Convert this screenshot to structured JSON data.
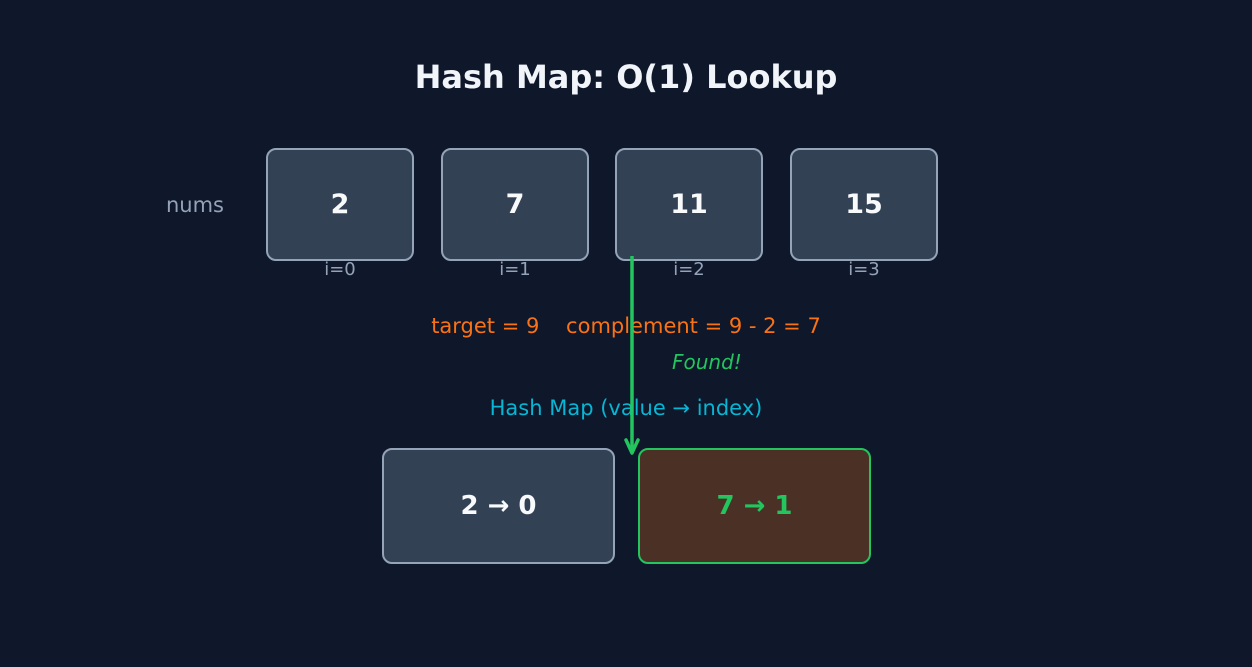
{
  "title": "Hash Map: O(1) Lookup",
  "row_label": "nums",
  "nums": [
    {
      "value": "2",
      "index": "i=0"
    },
    {
      "value": "7",
      "index": "i=1"
    },
    {
      "value": "11",
      "index": "i=2"
    },
    {
      "value": "15",
      "index": "i=3"
    }
  ],
  "calculation": "target = 9    complement = 9 - 2 = 7",
  "found_label": "Found!",
  "map_label": "Hash Map (value → index)",
  "map_entries": [
    {
      "text": "2 → 0",
      "highlighted": false
    },
    {
      "text": "7 → 1",
      "highlighted": true
    }
  ],
  "colors": {
    "background": "#0f172a",
    "box_fill": "#334155",
    "box_border": "#94a3b8",
    "calc_text": "#f97316",
    "found": "#22c55e",
    "map_label": "#06b6d4",
    "highlight_fill": "#4a3025"
  }
}
